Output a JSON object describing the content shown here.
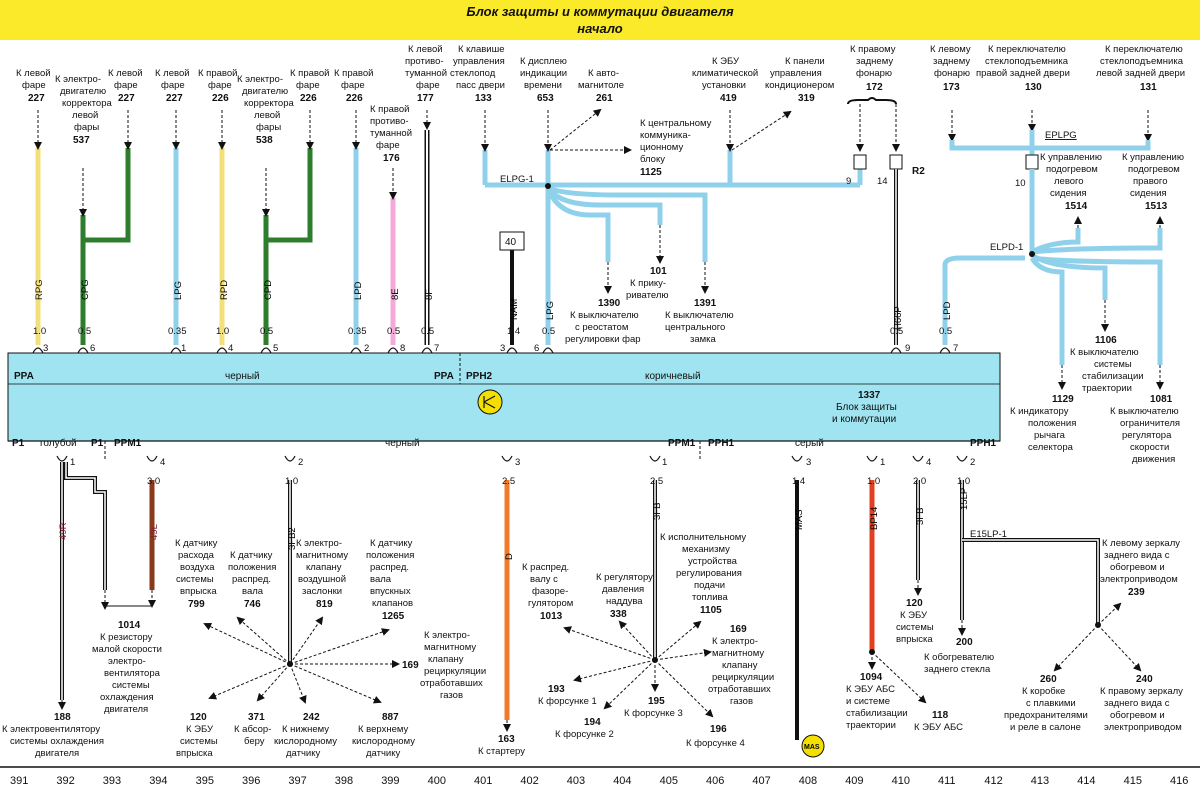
{
  "title": {
    "line1": "Блок защиты и коммутации двигателя",
    "line2": "начало"
  },
  "block": {
    "number": "1337",
    "name1": "Блок защиты",
    "name2": "и коммутации",
    "top_connectors": [
      {
        "text": "PPA",
        "pos": "left"
      },
      {
        "text": "черный",
        "pos": "mid1"
      },
      {
        "text": "PPA",
        "pos": "mid1r"
      },
      {
        "text": "PPH2",
        "pos": "mid2"
      },
      {
        "text": "коричневый",
        "pos": "mid2c"
      }
    ],
    "bottom_connectors": [
      "P1",
      "голубой",
      "P1",
      "PPM1",
      "черный",
      "PPM1",
      "PPH1",
      "серый",
      "PPH1"
    ]
  },
  "top_wires": [
    {
      "id": "rpg",
      "code": "RPG",
      "gauge": "1.0",
      "pin": "3",
      "dest": [
        "К левой",
        "фаре"
      ],
      "num": "227"
    },
    {
      "id": "cpg",
      "code": "CPG",
      "gauge": "0.5",
      "pin": "6",
      "dest": [
        "К электро-",
        "двигателю",
        "корректора",
        "левой",
        "фары"
      ],
      "num": "537"
    },
    {
      "id": "cpg2",
      "code": "",
      "gauge": "",
      "pin": "",
      "dest": [
        "К левой",
        "фаре"
      ],
      "num": "227"
    },
    {
      "id": "lpg",
      "code": "LPG",
      "gauge": "0.35",
      "pin": "1",
      "dest": [
        "К левой",
        "фаре"
      ],
      "num": "227"
    },
    {
      "id": "rpd",
      "code": "RPD",
      "gauge": "1.0",
      "pin": "4",
      "dest": [
        "К правой",
        "фаре"
      ],
      "num": "226"
    },
    {
      "id": "cpd",
      "code": "CPD",
      "gauge": "0.5",
      "pin": "5",
      "dest": [
        "К электро-",
        "двигателю",
        "корректора",
        "левой",
        "фары"
      ],
      "num": "538"
    },
    {
      "id": "cpd2",
      "code": "",
      "gauge": "",
      "pin": "",
      "dest": [
        "К правой",
        "фаре"
      ],
      "num": "226"
    },
    {
      "id": "lpd",
      "code": "LPD",
      "gauge": "0.35",
      "pin": "2",
      "dest": [
        "К правой",
        "фаре"
      ],
      "num": "226"
    },
    {
      "id": "8e",
      "code": "8E",
      "gauge": "0.5",
      "pin": "8",
      "dest": [
        "К правой",
        "противо-",
        "туманной",
        "фаре"
      ],
      "num": "176"
    },
    {
      "id": "8f",
      "code": "8F",
      "gauge": "0.5",
      "pin": "7",
      "dest": [
        "К левой",
        "противо-",
        "туманной",
        "фаре"
      ],
      "num": "177"
    },
    {
      "id": "nam",
      "code": "NAM",
      "gauge": "1.4",
      "pin": "3",
      "dest": [],
      "num": "40"
    },
    {
      "id": "lpg2",
      "code": "LPG",
      "gauge": "0.5",
      "pin": "6",
      "dest": [],
      "num": ""
    },
    {
      "id": "h66p",
      "code": "H66P",
      "gauge": "0.5",
      "pin": "9",
      "dest": [],
      "num": ""
    },
    {
      "id": "lpd2",
      "code": "LPD",
      "gauge": "0.5",
      "pin": "7",
      "dest": [],
      "num": ""
    }
  ],
  "top_dest": [
    {
      "lines": [
        "К клавише",
        "управления",
        "стеклопод",
        "пасс двери"
      ],
      "num": "133"
    },
    {
      "lines": [
        "К дисплею",
        "индикации",
        "времени"
      ],
      "num": "653"
    },
    {
      "lines": [
        "К авто-",
        "магнитоле"
      ],
      "num": "261"
    },
    {
      "lines": [
        "К центральному",
        "коммуника-",
        "ционному",
        "блоку"
      ],
      "num": "1125"
    },
    {
      "lines": [
        "К ЭБУ",
        "климатической",
        "установки"
      ],
      "num": "419"
    },
    {
      "lines": [
        "К панели",
        "управления",
        "кондиционером"
      ],
      "num": "319"
    },
    {
      "lines": [
        "К правому",
        "заднему",
        "фонарю"
      ],
      "num": "172"
    },
    {
      "lines": [
        "К левому",
        "заднему",
        "фонарю"
      ],
      "num": "173"
    },
    {
      "lines": [
        "К переключателю",
        "стеклоподъемника",
        "правой задней двери"
      ],
      "num": "130"
    },
    {
      "lines": [
        "К переключателю",
        "стеклоподъемника",
        "левой задней двери"
      ],
      "num": "131"
    },
    {
      "lines": [
        "К управлению",
        "подогревом",
        "левого",
        "сидения"
      ],
      "num": "1514"
    },
    {
      "lines": [
        "К управлению",
        "подогревом",
        "правого",
        "сидения"
      ],
      "num": "1513"
    },
    {
      "lines": [
        "К прику-",
        "ривателю"
      ],
      "num": "101"
    },
    {
      "lines": [
        "К выключателю",
        "с реостатом",
        "регулировки фар"
      ],
      "num": "1390"
    },
    {
      "lines": [
        "К выключателю",
        "центрального",
        "замка"
      ],
      "num": "1391"
    },
    {
      "lines": [
        "К выключателю",
        "системы",
        "стабилизации",
        "траектории"
      ],
      "num": "1106"
    },
    {
      "lines": [
        "К индикатору",
        "положения",
        "рычага",
        "селектора"
      ],
      "num": "1129"
    },
    {
      "lines": [
        "К выключателю",
        "ограничителя",
        "регулятора",
        "скорости",
        "движения"
      ],
      "num": "1081"
    }
  ],
  "splices": {
    "elpg1": "ELPG-1",
    "eplpg": "EPLPG",
    "elpd1": "ELPD-1",
    "r2": "R2",
    "e15lp1": "E15LP-1",
    "mas": "MAS",
    "pin9": "9",
    "pin14": "14",
    "pin10": "10"
  },
  "bottom_wires": [
    {
      "code": "49R",
      "gauge": "",
      "pin": "1"
    },
    {
      "code": "49L",
      "gauge": "3.0",
      "pin": "4"
    },
    {
      "code": "3FB2",
      "gauge": "1.0",
      "pin": "2"
    },
    {
      "code": "D",
      "gauge": "2.5",
      "pin": "3"
    },
    {
      "code": "3FB",
      "gauge": "2.5",
      "pin": "1"
    },
    {
      "code": "MAS",
      "gauge": "1.4",
      "pin": "3"
    },
    {
      "code": "BP14",
      "gauge": "1.0",
      "pin": "1"
    },
    {
      "code": "3FB",
      "gauge": "2.0",
      "pin": "4"
    },
    {
      "code": "15LP",
      "gauge": "1.0",
      "pin": "2"
    }
  ],
  "bottom_dest": [
    {
      "lines": [
        "К электровентилятору",
        "системы охлаждения",
        "двигателя"
      ],
      "num": "188"
    },
    {
      "lines": [
        "К резистору",
        "малой скорости",
        "электро-",
        "вентилятора",
        "системы",
        "охлаждения",
        "двигателя"
      ],
      "num": "1014"
    },
    {
      "lines": [
        "К датчику",
        "расхода",
        "воздуха",
        "системы",
        "впрыска"
      ],
      "num": "799"
    },
    {
      "lines": [
        "К датчику",
        "положения",
        "распред.",
        "вала"
      ],
      "num": "746"
    },
    {
      "lines": [
        "К электро-",
        "магнитному",
        "клапану",
        "воздушной",
        "заслонки"
      ],
      "num": "819"
    },
    {
      "lines": [
        "К датчику",
        "положения",
        "распред.",
        "вала",
        "впускных",
        "клапанов"
      ],
      "num": "1265"
    },
    {
      "lines": [
        "К электро-",
        "магнитному",
        "клапану",
        "рециркуляции",
        "отработавших",
        "газов"
      ],
      "num": "169"
    },
    {
      "lines": [
        "К ЭБУ",
        "системы",
        "впрыска"
      ],
      "num": "120"
    },
    {
      "lines": [
        "К абсор-",
        "беру"
      ],
      "num": "371"
    },
    {
      "lines": [
        "К нижнему",
        "кислородному",
        "датчику"
      ],
      "num": "242"
    },
    {
      "lines": [
        "К верхнему",
        "кислородному",
        "датчику"
      ],
      "num": "887"
    },
    {
      "lines": [
        "К стартеру"
      ],
      "num": "163"
    },
    {
      "lines": [
        "К распред.",
        "валу с",
        "фазоре-",
        "гулятором"
      ],
      "num": "1013"
    },
    {
      "lines": [
        "К регулятору",
        "давления",
        "наддува"
      ],
      "num": "338"
    },
    {
      "lines": [
        "К исполнительному",
        "механизму",
        "устройства",
        "регулирования",
        "подачи",
        "топлива"
      ],
      "num": "1105"
    },
    {
      "lines": [
        "К электро-",
        "магнитному",
        "клапану",
        "рециркуляции",
        "отработавших",
        "газов"
      ],
      "num": "169"
    },
    {
      "lines": [
        "К форсунке 1"
      ],
      "num": "193"
    },
    {
      "lines": [
        "К форсунке 2"
      ],
      "num": "194"
    },
    {
      "lines": [
        "К форсунке 3"
      ],
      "num": "195"
    },
    {
      "lines": [
        "К форсунке 4"
      ],
      "num": "196"
    },
    {
      "lines": [
        "К ЭБУ АБС",
        "и системе",
        "стабилизации",
        "траектории"
      ],
      "num": "1094"
    },
    {
      "lines": [
        "К ЭБУ АБС"
      ],
      "num": "118"
    },
    {
      "lines": [
        "К ЭБУ",
        "системы",
        "впрыска"
      ],
      "num": "120"
    },
    {
      "lines": [
        "К обогревателю",
        "заднего стекла"
      ],
      "num": "200"
    },
    {
      "lines": [
        "К левому зеркалу",
        "заднего вида с",
        "обогревом и",
        "электроприводом"
      ],
      "num": "239"
    },
    {
      "lines": [
        "К коробке",
        "с плавкими",
        "предохранителями",
        "и реле в салоне"
      ],
      "num": "260"
    },
    {
      "lines": [
        "К правому зеркалу",
        "заднего вида с",
        "обогревом и",
        "электроприводом"
      ],
      "num": "240"
    }
  ],
  "columns": [
    "391",
    "392",
    "393",
    "394",
    "395",
    "396",
    "397",
    "398",
    "399",
    "400",
    "401",
    "402",
    "403",
    "404",
    "405",
    "406",
    "407",
    "408",
    "409",
    "410",
    "411",
    "412",
    "413",
    "414",
    "415",
    "416"
  ],
  "colors": {
    "title_bg": "#fbea2a",
    "block_bg": "#9fe4f0",
    "blue": "#8fd1ea",
    "yellow": "#f3e07a",
    "green": "#2d7d2d",
    "pink": "#f4a9d8",
    "orange": "#f07a2a",
    "red": "#e0401f",
    "brown": "#8a3a1a",
    "black": "#111111"
  }
}
